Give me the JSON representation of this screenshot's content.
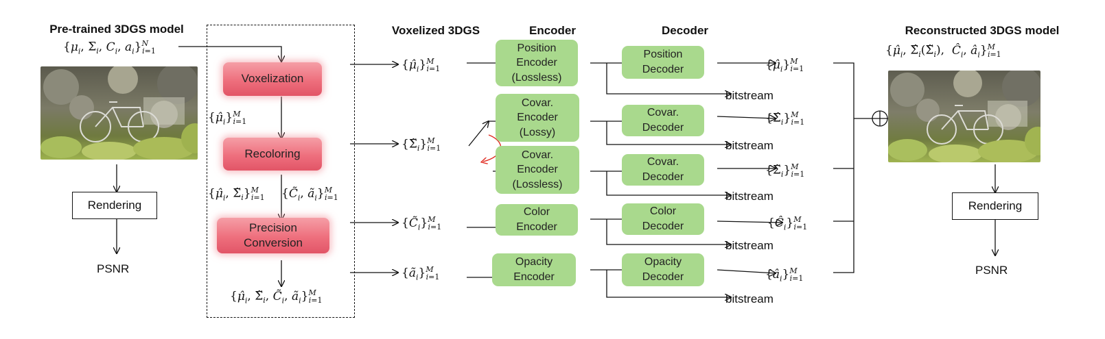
{
  "headers": {
    "pretrained": "Pre-trained 3DGS model",
    "voxelized": "Voxelized 3DGS",
    "encoder": "Encoder",
    "decoder": "Decoder",
    "reconstructed": "Reconstructed 3DGS model"
  },
  "preprocess": {
    "voxelization": "Voxelization",
    "recoloring": "Recoloring",
    "precision_line1": "Precision",
    "precision_line2": "Conversion"
  },
  "left": {
    "rendering": "Rendering",
    "psnr": "PSNR"
  },
  "right": {
    "rendering": "Rendering",
    "psnr": "PSNR"
  },
  "encoders": {
    "position": [
      "Position",
      "Encoder",
      "(Lossless)"
    ],
    "covar_lossy": [
      "Covar.",
      "Encoder",
      "(Lossy)"
    ],
    "covar_lossless": [
      "Covar.",
      "Encoder",
      "(Lossless)"
    ],
    "color": [
      "Color",
      "Encoder"
    ],
    "opacity": [
      "Opacity",
      "Encoder"
    ]
  },
  "decoders": {
    "position": [
      "Position",
      "Decoder"
    ],
    "covar1": [
      "Covar.",
      "Decoder"
    ],
    "covar2": [
      "Covar.",
      "Decoder"
    ],
    "color": [
      "Color",
      "Decoder"
    ],
    "opacity": [
      "Opacity",
      "Decoder"
    ]
  },
  "bitstream": "bitstream",
  "colors": {
    "preprocess_box": "#ee6f7d",
    "codec_box": "#a9d98d",
    "switch_arrow": "#e0281e"
  }
}
